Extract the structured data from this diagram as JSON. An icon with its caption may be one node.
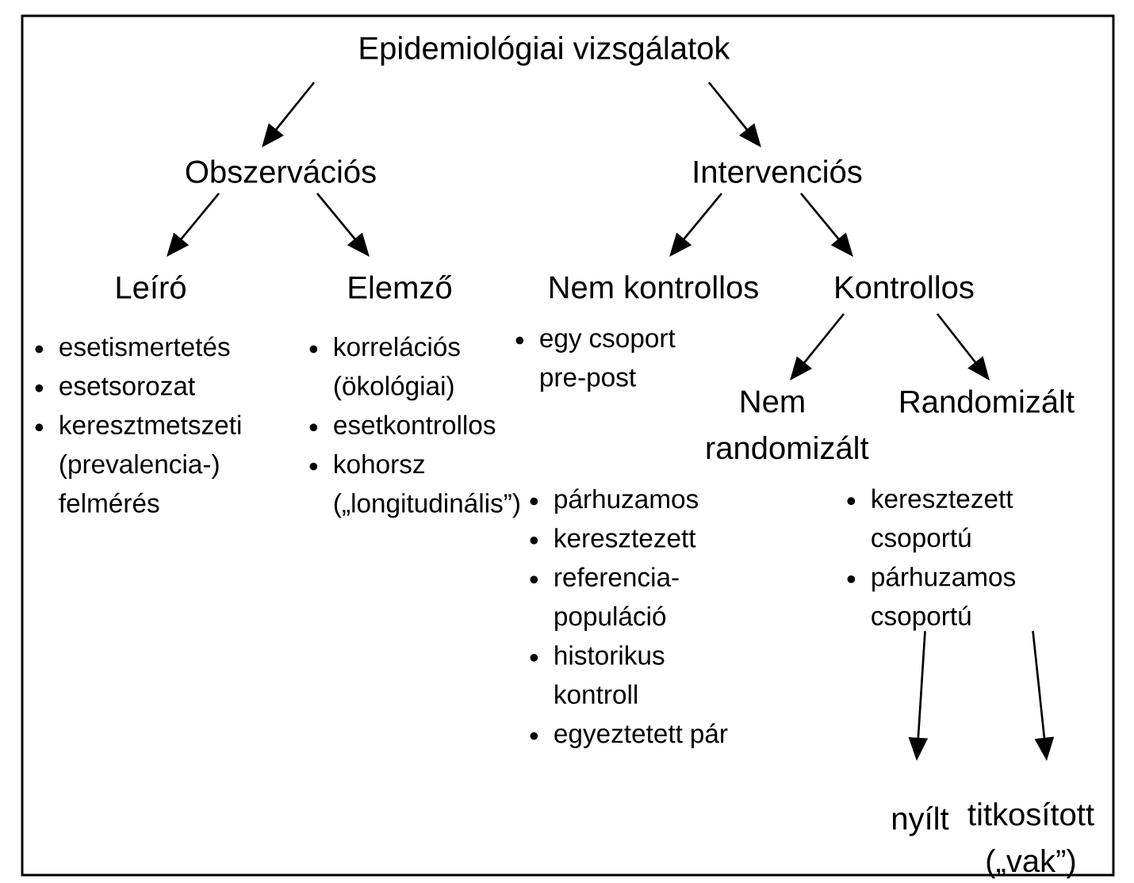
{
  "diagram": {
    "nodes": [
      {
        "text": [
          "Epidemiológiai vizsgálatok"
        ]
      },
      {
        "text": [
          "Obszervációs"
        ]
      },
      {
        "text": [
          "Intervenciós"
        ]
      },
      {
        "text": [
          "Leíró"
        ],
        "beside": [
          "esetismertetés",
          "esetsorozat",
          "keresztmetszeti (prevalencia-) felmérés"
        ]
      },
      {
        "text": [
          "Elemző"
        ],
        "beside": [
          "korrelációs (ökológiai)",
          "esetkontrollos",
          "kohorsz („longitudinális”)"
        ]
      },
      {
        "text": [
          "Nem kontrollos"
        ],
        "beside": [
          "egy csoport pre-post"
        ]
      },
      {
        "text": [
          "Kontrollos"
        ]
      },
      {
        "text": [
          "Nem randomizált"
        ],
        "beside": [
          "párhuzamos",
          "keresztezett",
          "referencia-populáció",
          "historikus kontroll",
          "egyeztetett pár"
        ]
      },
      {
        "text": [
          "Randomizált"
        ]
      },
      {
        "text": [
          "keresztezett csoportú",
          "párhuzamos csoportú"
        ]
      },
      {
        "text": [
          "nyílt"
        ]
      },
      {
        "text": [
          "titkosított („vak”)"
        ]
      }
    ],
    "edges": [
      {
        "from": 0,
        "to": 1,
        "arrow": "to"
      },
      {
        "from": 0,
        "to": 2,
        "arrow": "to"
      },
      {
        "from": 1,
        "to": 3,
        "arrow": "to"
      },
      {
        "from": 1,
        "to": 4,
        "arrow": "to"
      },
      {
        "from": 2,
        "to": 5,
        "arrow": "to"
      },
      {
        "from": 2,
        "to": 6,
        "arrow": "to"
      },
      {
        "from": 6,
        "to": 7,
        "arrow": "to"
      },
      {
        "from": 6,
        "to": 8,
        "arrow": "to"
      },
      {
        "from": 9,
        "to": 10,
        "arrow": "to"
      },
      {
        "from": 9,
        "to": 11,
        "arrow": "to"
      }
    ]
  }
}
